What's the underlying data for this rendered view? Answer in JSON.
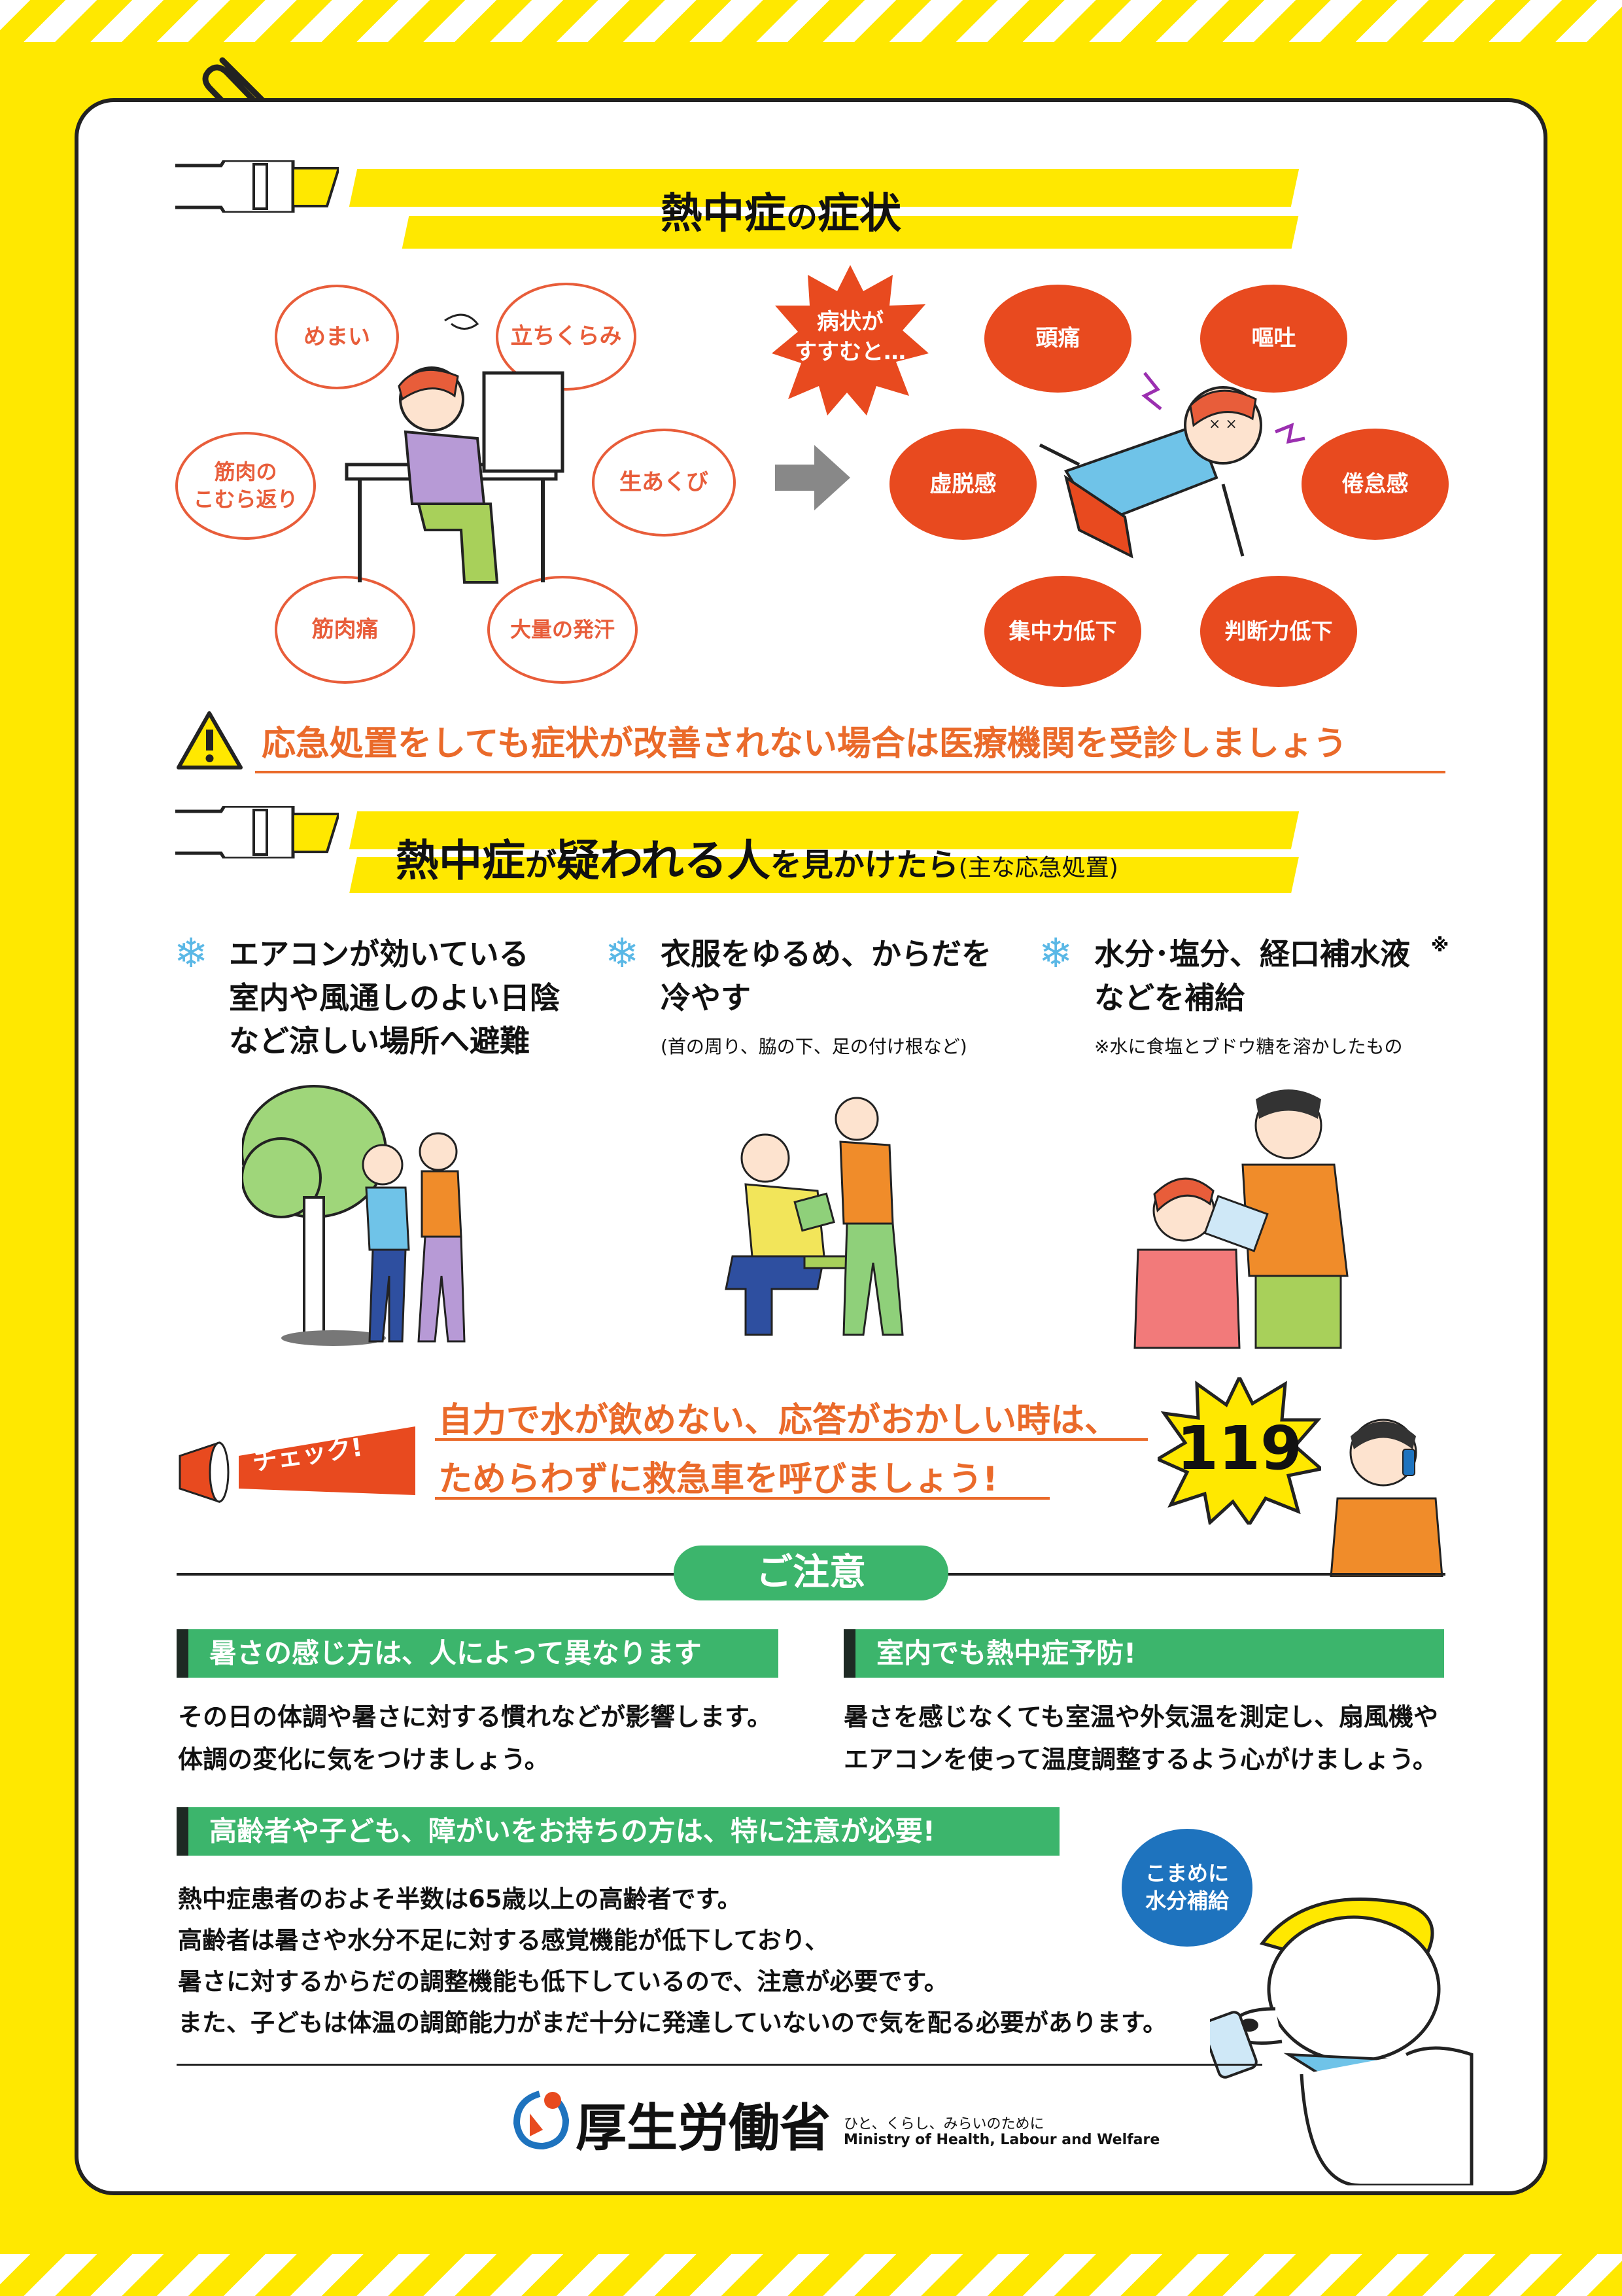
{
  "symptoms": {
    "title_main": "熱中症",
    "title_no": "の",
    "title_rest": "症状",
    "mild": [
      "めまい",
      "立ちくらみ",
      "筋肉の\nこむら返り",
      "生あくび",
      "筋肉痛",
      "大量の発汗"
    ],
    "progress_label": "病状が\nすすむと…",
    "severe": [
      "頭痛",
      "嘔吐",
      "虚脱感",
      "倦怠感",
      "集中力低下",
      "判断力低下"
    ]
  },
  "warning": {
    "icon": "warning-triangle-icon",
    "text": "応急処置をしても症状が改善されない場合は医療機関を受診しましょう"
  },
  "first_aid": {
    "title_a": "熱中症",
    "title_b": "が",
    "title_c": "疑われる人",
    "title_d": "を見かけたら",
    "title_sub": "(主な応急処置)",
    "steps": [
      {
        "text": "エアコンが効いている\n室内や風通しのよい日陰\nなど涼しい場所へ避難",
        "note": ""
      },
      {
        "text": "衣服をゆるめ、からだを\n冷やす",
        "note": "(首の周り、脇の下、足の付け根など)"
      },
      {
        "text": "水分･塩分、経口補水液\nなどを補給",
        "sup": "※",
        "note": "※水に食塩とブドウ糖を溶かしたもの"
      }
    ]
  },
  "check": {
    "label": "チェック!",
    "line1": "自力で水が飲めない、応答がおかしい時は、",
    "line2": "ためらわずに救急車を呼びましょう!",
    "number": "119"
  },
  "caution": {
    "title": "ご注意",
    "blocks": [
      {
        "heading": "暑さの感じ方は、人によって異なります",
        "body": [
          "その日の体調や暑さに対する慣れなどが影響します。",
          "体調の変化に気をつけましょう。"
        ]
      },
      {
        "heading": "室内でも熱中症予防!",
        "body": [
          "暑さを感じなくても室温や外気温を測定し、扇風機や",
          "エアコンを使って温度調整するよう心がけましょう。"
        ]
      },
      {
        "heading": "高齢者や子ども、障がいをお持ちの方は、特に注意が必要!",
        "body": [
          "熱中症患者のおよそ半数は65歳以上の高齢者です。",
          "高齢者は暑さや水分不足に対する感覚機能が低下しており、",
          "暑さに対するからだの調整機能も低下しているので、注意が必要です。",
          "また、子どもは体温の調節能力がまだ十分に発達していないので気を配る必要があります。"
        ]
      }
    ],
    "bubble": "こまめに\n水分補給"
  },
  "footer": {
    "ministry": "厚生労働省",
    "tagline": "ひと、くらし、みらいのために",
    "english": "Ministry of Health, Labour and Welfare"
  },
  "colors": {
    "yellow": "#ffe800",
    "orange": "#e84a1f",
    "green": "#3cb56c",
    "blue": "#1e73be"
  }
}
